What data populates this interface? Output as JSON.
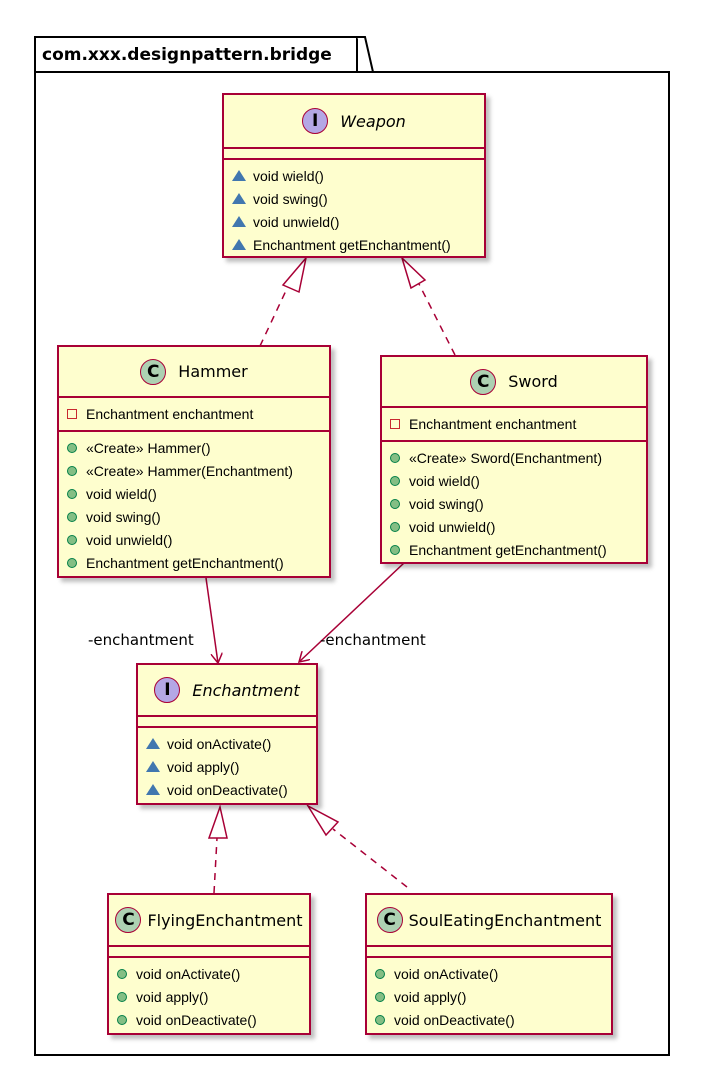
{
  "package": {
    "name": "com.xxx.designpattern.bridge"
  },
  "classes": {
    "weapon": {
      "stereotype": "I",
      "name": "Weapon",
      "fields": [],
      "methods": [
        {
          "visibility": "package",
          "signature": "void wield()"
        },
        {
          "visibility": "package",
          "signature": "void swing()"
        },
        {
          "visibility": "package",
          "signature": "void unwield()"
        },
        {
          "visibility": "package",
          "signature": "Enchantment getEnchantment()"
        }
      ]
    },
    "hammer": {
      "stereotype": "C",
      "name": "Hammer",
      "fields": [
        {
          "visibility": "private",
          "signature": "Enchantment enchantment"
        }
      ],
      "methods": [
        {
          "visibility": "public",
          "signature": "«Create» Hammer()"
        },
        {
          "visibility": "public",
          "signature": "«Create» Hammer(Enchantment)"
        },
        {
          "visibility": "public",
          "signature": "void wield()"
        },
        {
          "visibility": "public",
          "signature": "void swing()"
        },
        {
          "visibility": "public",
          "signature": "void unwield()"
        },
        {
          "visibility": "public",
          "signature": "Enchantment getEnchantment()"
        }
      ]
    },
    "sword": {
      "stereotype": "C",
      "name": "Sword",
      "fields": [
        {
          "visibility": "private",
          "signature": "Enchantment enchantment"
        }
      ],
      "methods": [
        {
          "visibility": "public",
          "signature": "«Create» Sword(Enchantment)"
        },
        {
          "visibility": "public",
          "signature": "void wield()"
        },
        {
          "visibility": "public",
          "signature": "void swing()"
        },
        {
          "visibility": "public",
          "signature": "void unwield()"
        },
        {
          "visibility": "public",
          "signature": "Enchantment getEnchantment()"
        }
      ]
    },
    "enchantment": {
      "stereotype": "I",
      "name": "Enchantment",
      "fields": [],
      "methods": [
        {
          "visibility": "package",
          "signature": "void onActivate()"
        },
        {
          "visibility": "package",
          "signature": "void apply()"
        },
        {
          "visibility": "package",
          "signature": "void onDeactivate()"
        }
      ]
    },
    "flying": {
      "stereotype": "C",
      "name": "FlyingEnchantment",
      "fields": [],
      "methods": [
        {
          "visibility": "public",
          "signature": "void onActivate()"
        },
        {
          "visibility": "public",
          "signature": "void apply()"
        },
        {
          "visibility": "public",
          "signature": "void onDeactivate()"
        }
      ]
    },
    "souleating": {
      "stereotype": "C",
      "name": "SoulEatingEnchantment",
      "fields": [],
      "methods": [
        {
          "visibility": "public",
          "signature": "void onActivate()"
        },
        {
          "visibility": "public",
          "signature": "void apply()"
        },
        {
          "visibility": "public",
          "signature": "void onDeactivate()"
        }
      ]
    }
  },
  "relations": [
    {
      "from": "Hammer",
      "to": "Weapon",
      "kind": "realization"
    },
    {
      "from": "Sword",
      "to": "Weapon",
      "kind": "realization"
    },
    {
      "from": "Hammer",
      "to": "Enchantment",
      "kind": "association",
      "label": "-enchantment"
    },
    {
      "from": "Sword",
      "to": "Enchantment",
      "kind": "association",
      "label": "-enchantment"
    },
    {
      "from": "FlyingEnchantment",
      "to": "Enchantment",
      "kind": "realization"
    },
    {
      "from": "SoulEatingEnchantment",
      "to": "Enchantment",
      "kind": "realization"
    }
  ],
  "colors": {
    "class_fill": "#FEFECE",
    "class_border": "#A80036",
    "class_circle": "#ADD1B2",
    "interface_circle": "#B4A7E5",
    "public_marker": "#84BE84",
    "private_marker": "#C82930",
    "package_marker": "#4177AF"
  }
}
